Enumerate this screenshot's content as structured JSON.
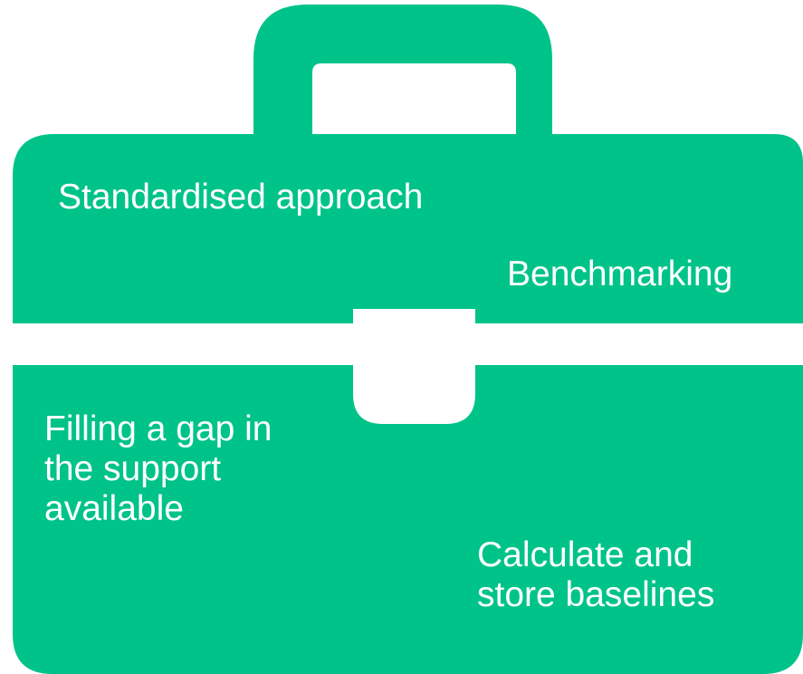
{
  "colors": {
    "briefcase": "#00c389",
    "background": "#ffffff",
    "text": "#ffffff"
  },
  "icon": "briefcase-icon",
  "labels": [
    {
      "lines": [
        "Standardised approach"
      ]
    },
    {
      "lines": [
        "Benchmarking"
      ]
    },
    {
      "lines": [
        "Filling a gap in",
        "the support",
        "available"
      ]
    },
    {
      "lines": [
        "Calculate and",
        "store baselines"
      ]
    }
  ]
}
